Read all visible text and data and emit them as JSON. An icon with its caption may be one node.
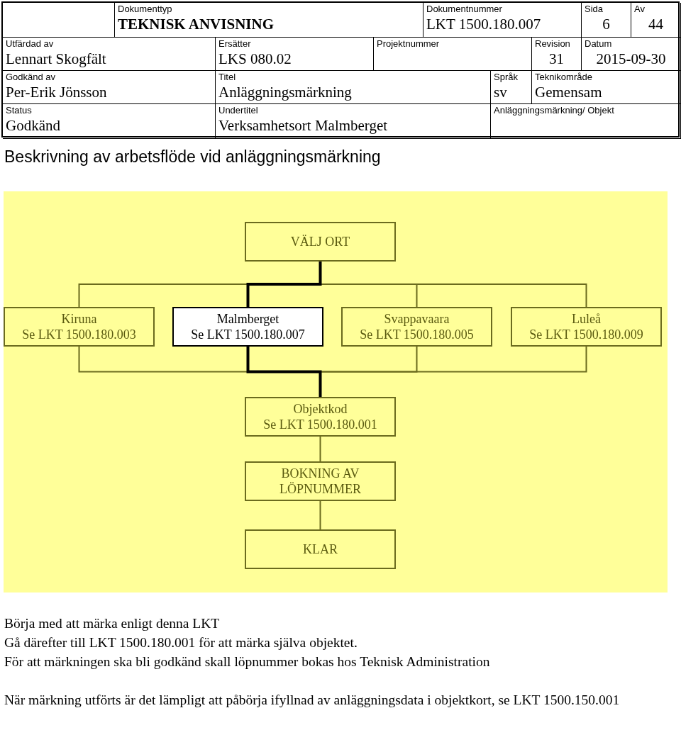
{
  "diagram": {
    "title": "Beskrivning av arbetsflöde vid anläggningsmärkning",
    "nodes": [
      {
        "text": [
          "VÄLJ ORT"
        ]
      },
      {
        "text": [
          "Kiruna",
          "Se LKT 1500.180.003"
        ]
      },
      {
        "text": [
          "Malmberget",
          "Se LKT 1500.180.007"
        ]
      },
      {
        "text": [
          "Svappavaara",
          "Se LKT 1500.180.005"
        ]
      },
      {
        "text": [
          "Luleå",
          "Se LKT 1500.180.009"
        ]
      },
      {
        "text": [
          "Objektkod",
          "Se LKT 1500.180.001"
        ]
      },
      {
        "text": [
          "BOKNING AV LÖPNUMMER"
        ]
      },
      {
        "text": [
          "KLAR"
        ]
      }
    ],
    "edges": [
      {
        "from": 0,
        "to": 1,
        "arrow": "none"
      },
      {
        "from": 0,
        "to": 2,
        "arrow": "none",
        "style": "thick",
        "color": "#000000"
      },
      {
        "from": 0,
        "to": 3,
        "arrow": "none"
      },
      {
        "from": 0,
        "to": 4,
        "arrow": "none"
      },
      {
        "from": 1,
        "to": 5,
        "arrow": "none"
      },
      {
        "from": 2,
        "to": 5,
        "arrow": "none",
        "style": "thick",
        "color": "#000000"
      },
      {
        "from": 3,
        "to": 5,
        "arrow": "none"
      },
      {
        "from": 4,
        "to": 5,
        "arrow": "none"
      },
      {
        "from": 5,
        "to": 6,
        "arrow": "none"
      },
      {
        "from": 6,
        "to": 7,
        "arrow": "none"
      }
    ],
    "labels": [
      "Dokumenttyp",
      "TEKNISK ANVISNING",
      "Dokumentnummer",
      "LKT 1500.180.007",
      "Sida",
      "6",
      "Av",
      "44",
      "Utfärdad av",
      "Lennart Skogfält",
      "Ersätter",
      "LKS 080.02",
      "Projektnummer",
      "Revision",
      "31",
      "Datum",
      "2015-09-30",
      "Godkänd av",
      "Per-Erik Jönsson",
      "Titel",
      "Anläggningsmärkning",
      "Språk",
      "sv",
      "Teknikområde",
      "Gemensam",
      "Status",
      "Godkänd",
      "Undertitel",
      "Verksamhetsort Malmberget",
      "Anläggningsmärkning/ Objekt",
      "Börja med att märka enligt denna LKT",
      "Gå därefter till LKT 1500.180.001 för att märka själva objektet.",
      "För att märkningen ska bli godkänd skall löpnummer bokas hos Teknisk Administration",
      "När märkning utförts är det lämpligt att påbörja ifyllnad av anläggningsdata i objektkort, se LKT 1500.150.001"
    ]
  }
}
